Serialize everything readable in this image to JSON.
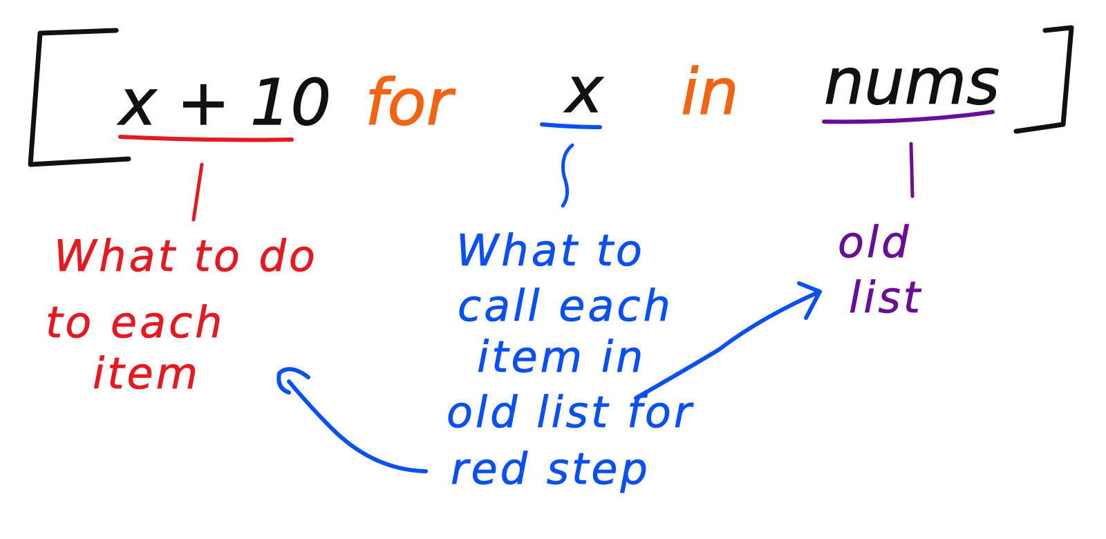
{
  "expression": {
    "open_bracket": "[",
    "close_bracket": "]",
    "expr": "x + 10",
    "keyword_for": "for",
    "variable": "x",
    "keyword_in": "in",
    "iterable": "nums"
  },
  "annotations": {
    "expr_note": [
      "What to do",
      "to each",
      "item"
    ],
    "variable_note": [
      "What to",
      "call each",
      "item in",
      "old list for",
      "red step"
    ],
    "iterable_note": [
      "old",
      "list"
    ]
  },
  "colors": {
    "bracket": "#111111",
    "expr": "#111111",
    "keywords": "#f06414",
    "expr_underline": "#e21b23",
    "variable_underline": "#0a4ff0",
    "iterable_underline": "#6a0e96",
    "expr_note": "#e21b23",
    "variable_note": "#0a4ff0",
    "iterable_note": "#6a0e96"
  }
}
